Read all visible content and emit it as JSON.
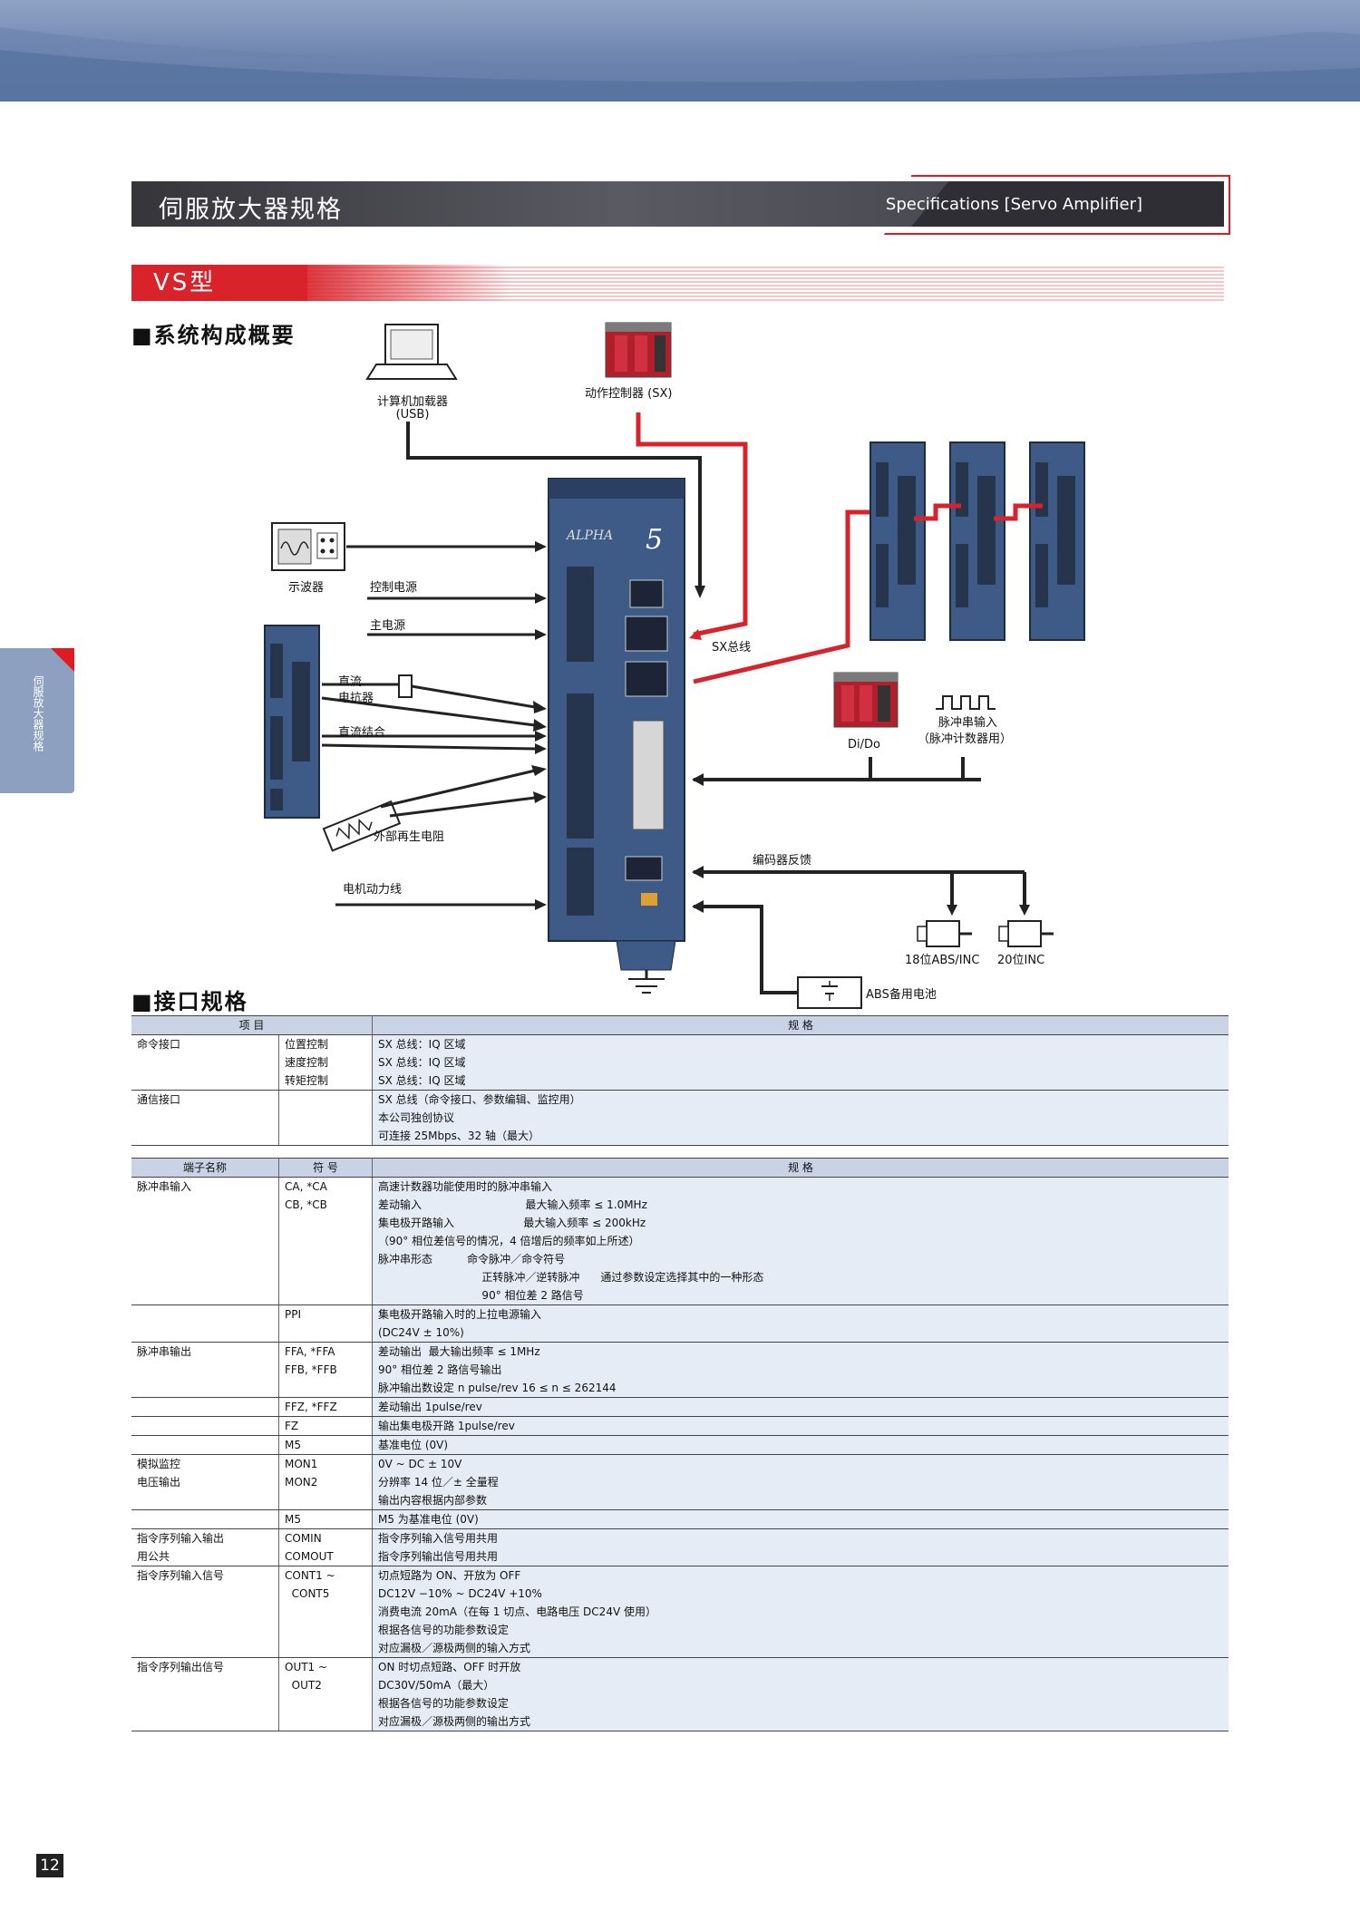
{
  "header": {
    "title_zh": "伺服放大器规格",
    "title_en": "Specifications [Servo Amplifier]",
    "model": "VS型"
  },
  "side_tab": "伺服放大器规格",
  "diagram": {
    "section_title": "■系统构成概要",
    "labels": {
      "pc": "计算机加载器",
      "usb": "(USB)",
      "controller": "动作控制器 (SX)",
      "osc": "示波器",
      "ctrl_power": "控制电源",
      "main_power": "主电源",
      "dc_reactor_1": "直流",
      "dc_reactor_2": "电抗器",
      "dc_bus": "直流结合",
      "regen": "外部再生电阻",
      "motor_power": "电机动力线",
      "sx_bus": "SX总线",
      "dido": "Di/Do",
      "pulse_in_1": "脉冲串输入",
      "pulse_in_2": "（脉冲计数器用）",
      "encoder": "编码器反馈",
      "enc18": "18位ABS/INC",
      "enc20": "20位INC",
      "battery": "ABS备用电池",
      "brand": "ALPHA5"
    }
  },
  "interface": {
    "section_title": "■接口规格",
    "table1": {
      "headers": [
        "项  目",
        "规  格"
      ],
      "rows": [
        {
          "c1": "命令接口",
          "c2": "位置控制",
          "c3": "SX 总线：IQ 区域",
          "sep": false
        },
        {
          "c1": "",
          "c2": "速度控制",
          "c3": "SX 总线：IQ 区域",
          "sep": false
        },
        {
          "c1": "",
          "c2": "转矩控制",
          "c3": "SX 总线：IQ 区域",
          "sep": true
        },
        {
          "c1": "通信接口",
          "c2": "",
          "c3": "SX 总线（命令接口、参数编辑、监控用）",
          "sep": false
        },
        {
          "c1": "",
          "c2": "",
          "c3": "本公司独创协议",
          "sep": false
        },
        {
          "c1": "",
          "c2": "",
          "c3": "可连接 25Mbps、32 轴（最大）",
          "sep": true
        }
      ]
    },
    "table2": {
      "headers": [
        "端子名称",
        "符 号",
        "规 格"
      ],
      "rows": [
        {
          "c1": "脉冲串输入",
          "c2": "CA, *CA",
          "c3": "高速计数器功能使用时的脉冲串输入",
          "sep": false
        },
        {
          "c1": "",
          "c2": "CB, *CB",
          "c3": "差动输入                              最大输入频率 ≤ 1.0MHz",
          "sep": false
        },
        {
          "c1": "",
          "c2": "",
          "c3": "集电极开路输入                    最大输入频率 ≤ 200kHz",
          "sep": false
        },
        {
          "c1": "",
          "c2": "",
          "c3": "（90° 相位差信号的情况，4 倍增后的频率如上所述）",
          "sep": false
        },
        {
          "c1": "",
          "c2": "",
          "c3": "脉冲串形态          命令脉冲／命令符号",
          "sep": false
        },
        {
          "c1": "",
          "c2": "",
          "c3": "                              正转脉冲／逆转脉冲      通过参数设定选择其中的一种形态",
          "sep": false
        },
        {
          "c1": "",
          "c2": "",
          "c3": "                              90° 相位差 2 路信号",
          "sep": true
        },
        {
          "c1": "",
          "c2": "PPI",
          "c3": "集电极开路输入时的上拉电源输入",
          "sep": false
        },
        {
          "c1": "",
          "c2": "",
          "c3": "(DC24V ± 10%)",
          "sep": true
        },
        {
          "c1": "脉冲串输出",
          "c2": "FFA, *FFA",
          "c3": "差动输出  最大输出频率 ≤ 1MHz",
          "sep": false
        },
        {
          "c1": "",
          "c2": "FFB, *FFB",
          "c3": "90° 相位差 2 路信号输出",
          "sep": false
        },
        {
          "c1": "",
          "c2": "",
          "c3": "脉冲输出数设定 n pulse/rev 16 ≤ n ≤ 262144",
          "sep": true
        },
        {
          "c1": "",
          "c2": "FFZ, *FFZ",
          "c3": "差动输出 1pulse/rev",
          "sep": true
        },
        {
          "c1": "",
          "c2": "FZ",
          "c3": "输出集电极开路 1pulse/rev",
          "sep": true
        },
        {
          "c1": "",
          "c2": "M5",
          "c3": "基准电位 (0V)",
          "sep": true
        },
        {
          "c1": "模拟监控",
          "c2": "MON1",
          "c3": "0V ~ DC ± 10V",
          "sep": false
        },
        {
          "c1": "电压输出",
          "c2": "MON2",
          "c3": "分辨率 14 位／± 全量程",
          "sep": false
        },
        {
          "c1": "",
          "c2": "",
          "c3": "输出内容根据内部参数",
          "sep": true
        },
        {
          "c1": "",
          "c2": "M5",
          "c3": "M5 为基准电位 (0V)",
          "sep": true
        },
        {
          "c1": "指令序列输入输出",
          "c2": "COMIN",
          "c3": "指令序列输入信号用共用",
          "sep": false
        },
        {
          "c1": "用公共",
          "c2": "COMOUT",
          "c3": "指令序列输出信号用共用",
          "sep": true
        },
        {
          "c1": "指令序列输入信号",
          "c2": "CONT1 ~",
          "c3": "切点短路为 ON、开放为 OFF",
          "sep": false
        },
        {
          "c1": "",
          "c2": "  CONT5",
          "c3": "DC12V −10% ~ DC24V +10%",
          "sep": false
        },
        {
          "c1": "",
          "c2": "",
          "c3": "消费电流 20mA（在每 1 切点、电路电压 DC24V 使用）",
          "sep": false
        },
        {
          "c1": "",
          "c2": "",
          "c3": "根据各信号的功能参数设定",
          "sep": false
        },
        {
          "c1": "",
          "c2": "",
          "c3": "对应漏极／源极两侧的输入方式",
          "sep": true
        },
        {
          "c1": "指令序列输出信号",
          "c2": "OUT1 ~",
          "c3": "ON 时切点短路、OFF 时开放",
          "sep": false
        },
        {
          "c1": "",
          "c2": "  OUT2",
          "c3": "DC30V/50mA（最大）",
          "sep": false
        },
        {
          "c1": "",
          "c2": "",
          "c3": "根据各信号的功能参数设定",
          "sep": false
        },
        {
          "c1": "",
          "c2": "",
          "c3": "对应漏极／源极两侧的输出方式",
          "sep": true
        }
      ]
    }
  },
  "page_number": "12"
}
